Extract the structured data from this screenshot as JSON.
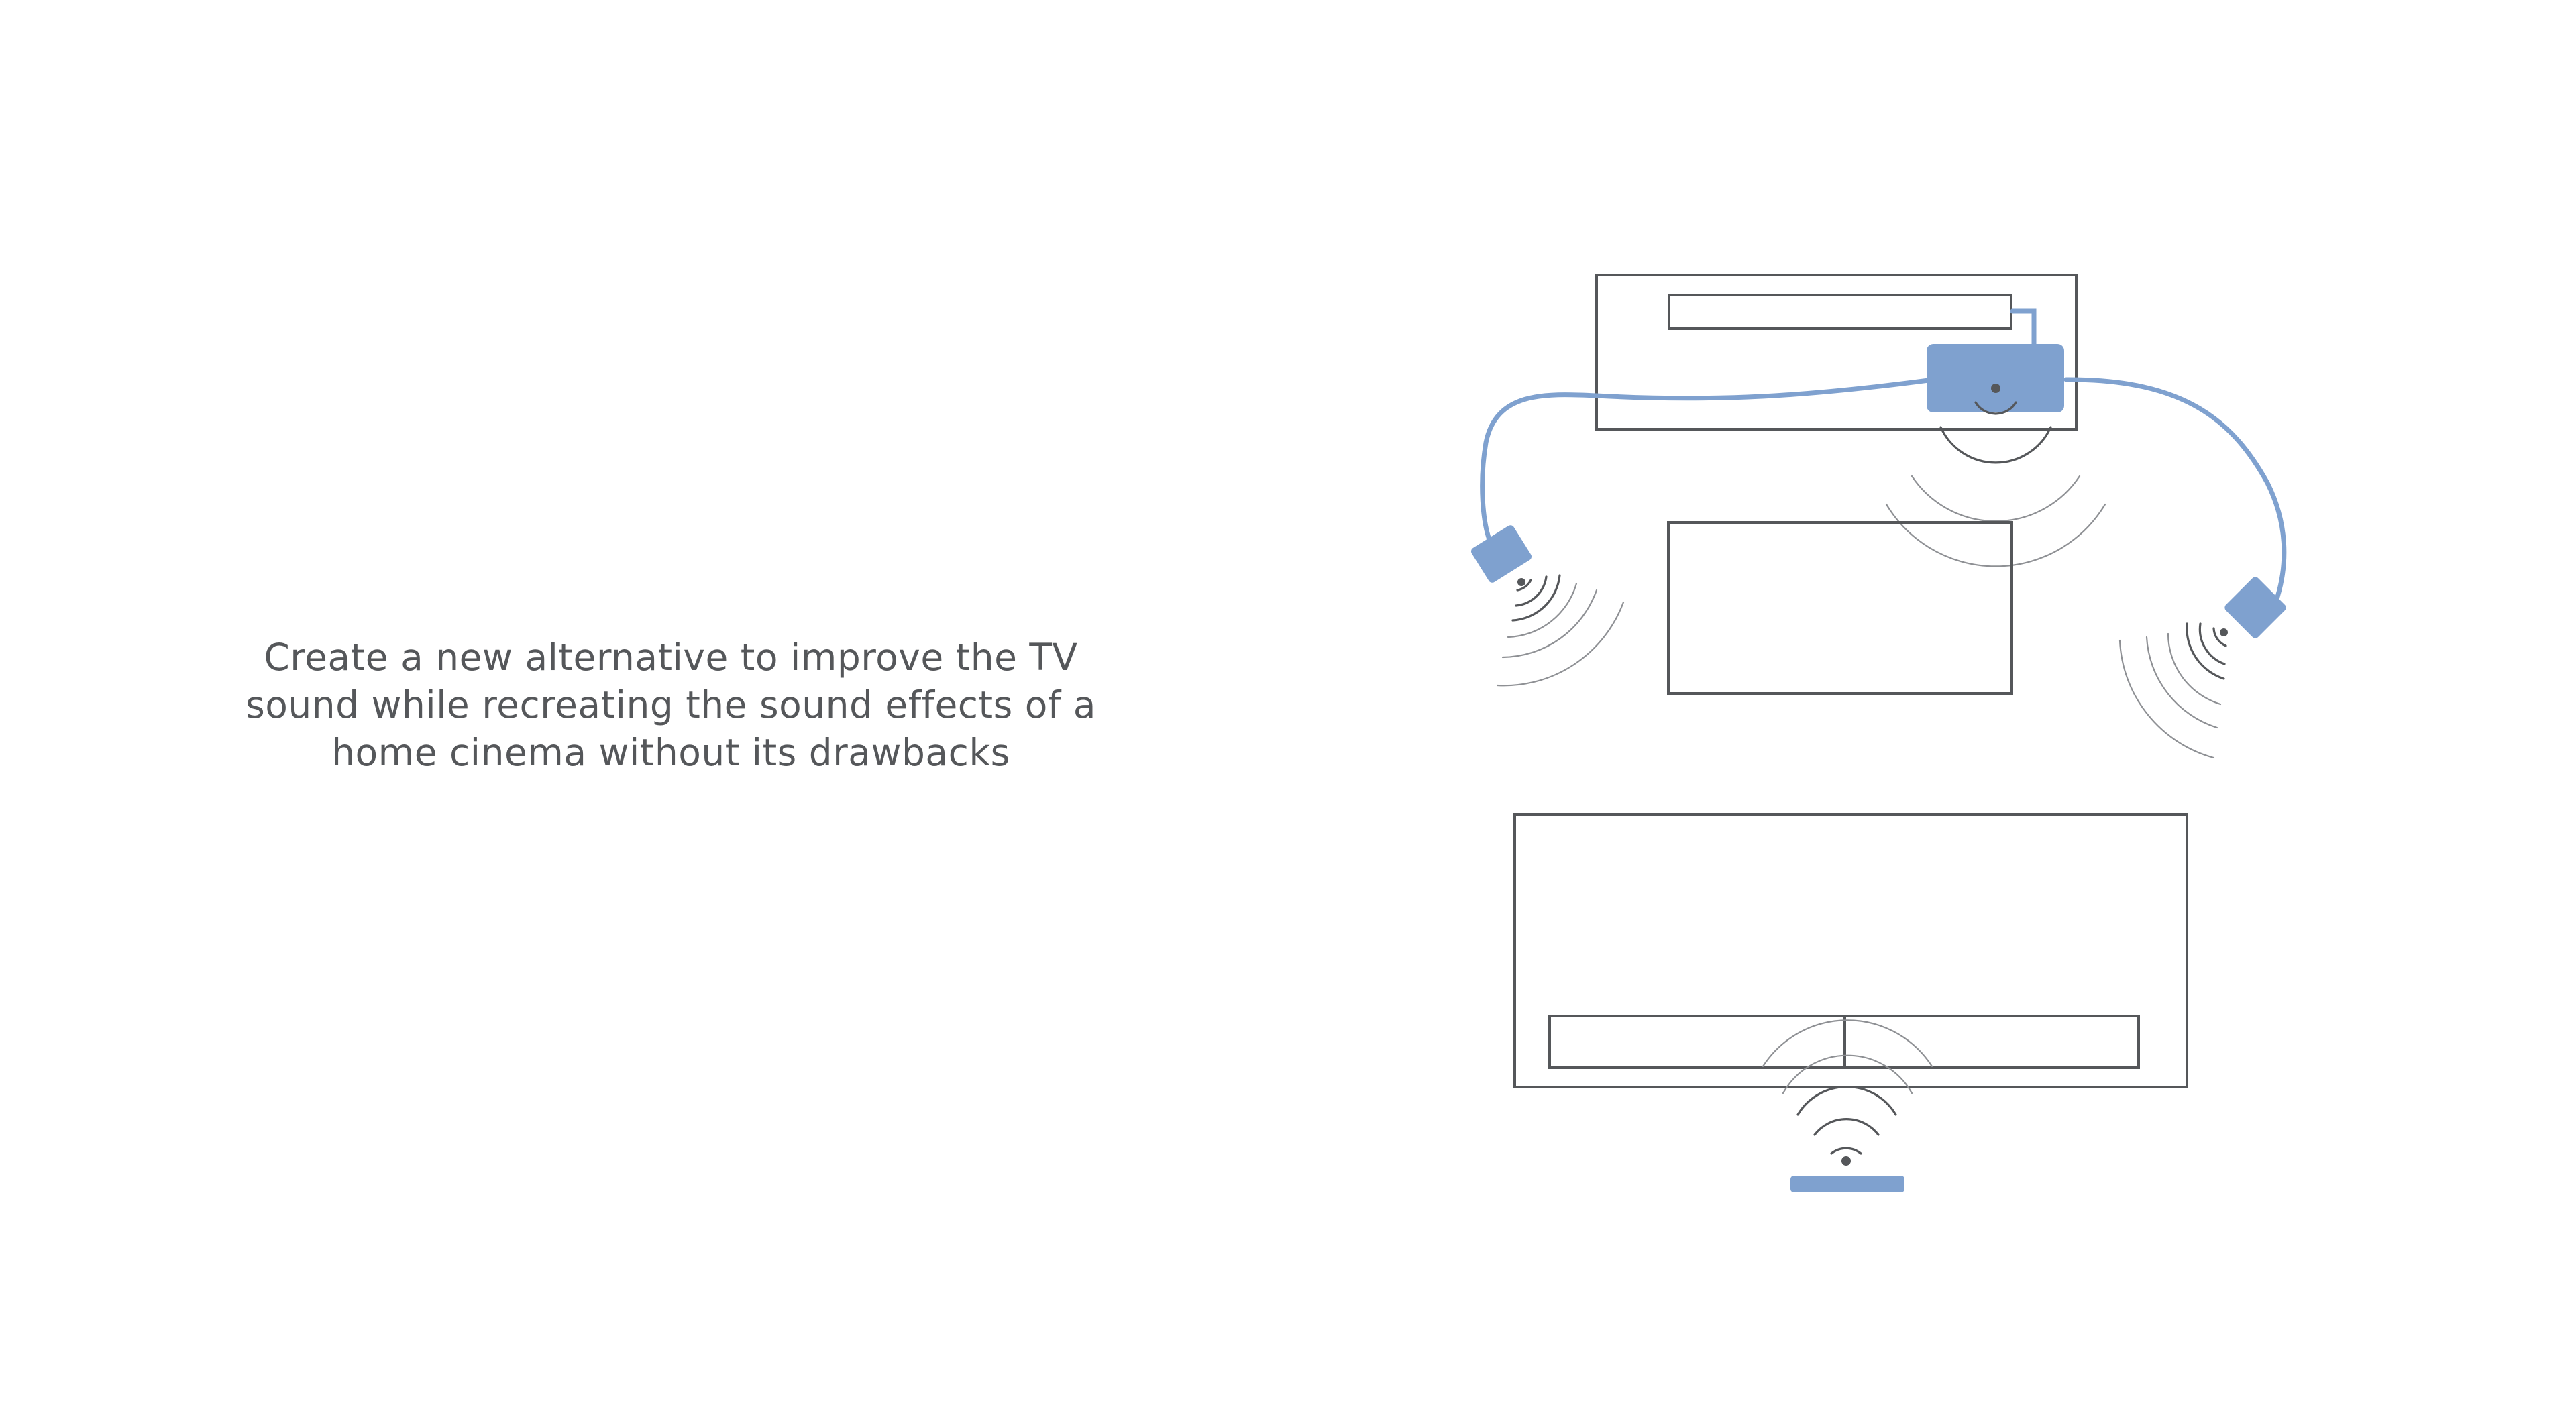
{
  "caption": {
    "lines": [
      "Create a new alternative to improve the TV",
      "sound while recreating the sound effects of a",
      "home cinema without its drawbacks"
    ]
  },
  "colors": {
    "accent": "#7fa1cf",
    "outline": "#55575a",
    "background": "#ffffff"
  },
  "diagram": {
    "elements": [
      "tv-cabinet",
      "soundbar",
      "center-hub",
      "coffee-table",
      "sofa",
      "left-satellite-speaker",
      "right-satellite-speaker",
      "remote-transmitter"
    ]
  }
}
